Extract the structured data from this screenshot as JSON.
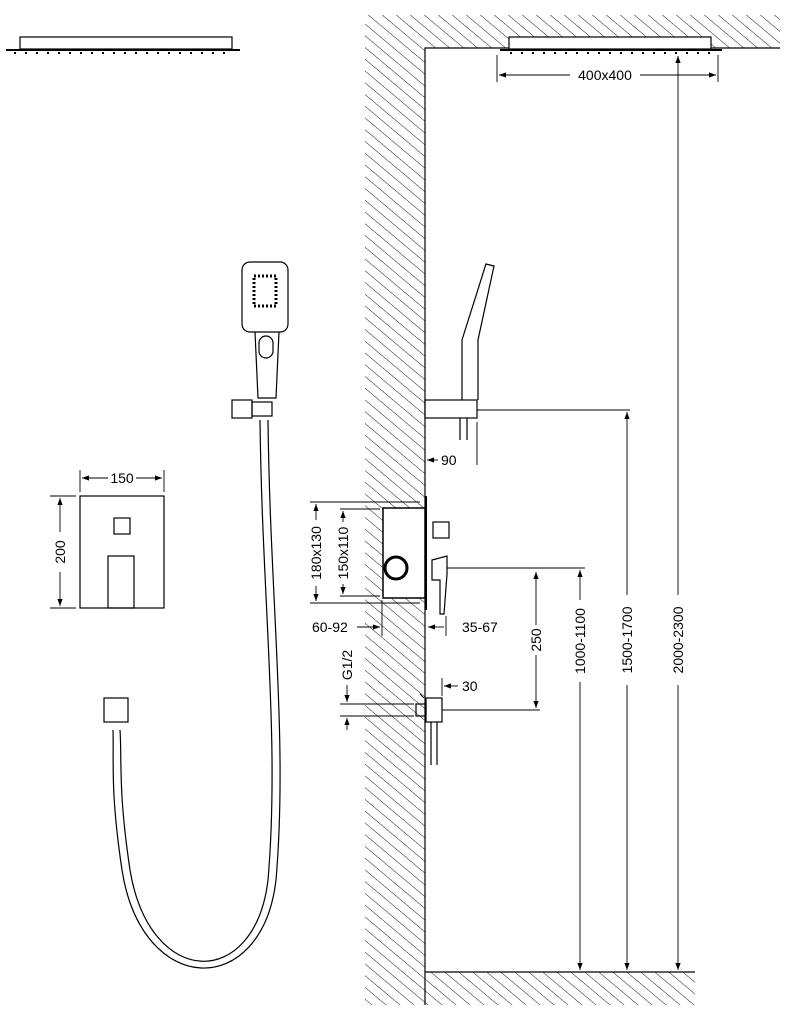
{
  "dimensions": {
    "rain_head_size": "400x400",
    "handshower_holder_projection": "90",
    "plate_width": "150",
    "plate_height": "200",
    "box_outer": "180x130",
    "box_inner": "150x110",
    "box_depth": "60-92",
    "valve_projection": "35-67",
    "outlet_to_valve": "250",
    "thread": "G1/2",
    "outlet_projection": "30",
    "valve_height": "1000-1100",
    "holder_height": "1500-1700",
    "head_height": "2000-2300"
  },
  "colors": {
    "line": "#000000",
    "background": "#ffffff"
  }
}
